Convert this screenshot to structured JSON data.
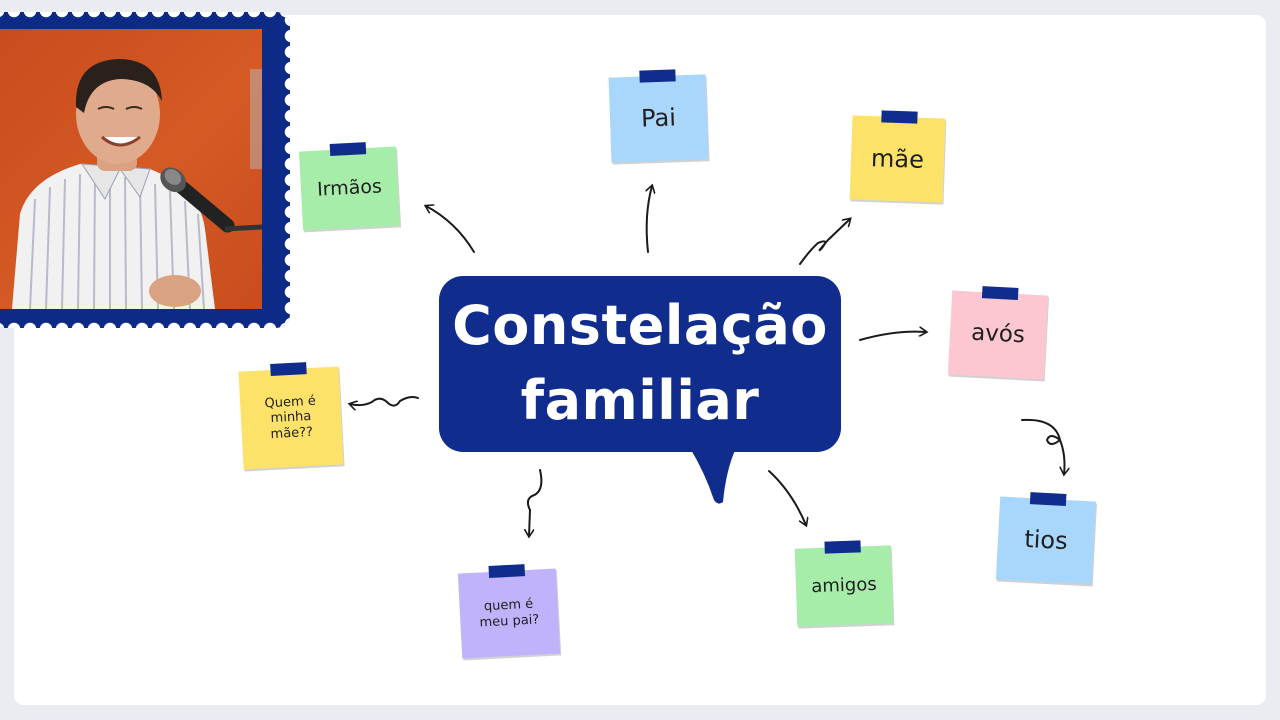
{
  "center": {
    "line1": "Constelação",
    "line2": "familiar"
  },
  "notes": {
    "pai": "Pai",
    "mae": "mãe",
    "irmaos": "Irmãos",
    "avos": "avós",
    "quem_mae": "Quem é minha mãe??",
    "tios": "tios",
    "quem_pai": "quem é meu pai?",
    "amigos": "amigos"
  },
  "colors": {
    "navy": "#102c8c",
    "blue_note": "#a9d6fb",
    "yellow_note": "#fde26a",
    "green_note": "#a6edaa",
    "pink_note": "#fcc7d1",
    "purple_note": "#c0b3fb",
    "photo_background": "#d25523"
  },
  "photo": {
    "subject": "smiling man in striped shirt speaking into a microphone"
  }
}
